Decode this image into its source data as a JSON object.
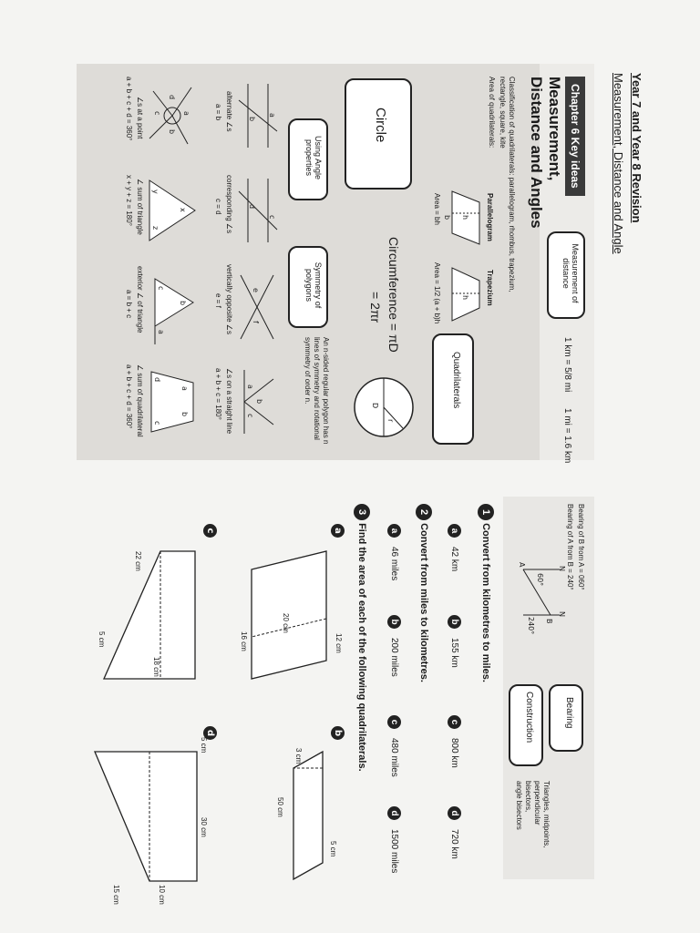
{
  "header": {
    "title": "Year 7 and Year 8 Revision",
    "subtitle": "Measurement, Distance and Angle"
  },
  "left_panel": {
    "chapter_tab": "Chapter 6 Key ideas",
    "heading_line1": "Measurement,",
    "heading_line2": "Distance and Angles",
    "measurement_box": "Measurement of distance",
    "conversion_km_mi": "1 km = 5/8 mi",
    "conversion_mi_km": "1 mi = 1.6 km",
    "classification_line1": "Classification of quadrilaterals: parallelogram, rhombus, trapezium,",
    "classification_line2": "rectangle, square, kite",
    "area_label": "Area of quadrilaterals:",
    "parallelogram_name": "Parallelogram",
    "parallelogram_formula": "Area = bh",
    "trapezium_name": "Trapezium",
    "trapezium_formula": "Area = 1/2 (a + b)h",
    "quadrilaterals_box": "Quadrilaterals",
    "circle_box": "Circle",
    "circumference_line1": "Circumference = πD",
    "circumference_line2": "= 2πr",
    "symmetry_text_line1": "An n-sided regular polygon has n",
    "symmetry_text_line2": "lines of symmetry and rotational",
    "symmetry_text_line3": "symmetry of order n.",
    "using_angle_box": "Using Angle properties",
    "symmetry_box": "Symmetry of polygons",
    "angle_facts": [
      {
        "name": "alternate ∠s",
        "rule": "a = b"
      },
      {
        "name": "corresponding ∠s",
        "rule": "c = d"
      },
      {
        "name": "vertically opposite ∠s",
        "rule": "e = f"
      },
      {
        "name": "∠s on a straight line",
        "rule": "a + b + c = 180°"
      },
      {
        "name": "∠s at a point",
        "rule": "a + b + c + d = 360°"
      },
      {
        "name": "∠ sum of triangle",
        "rule": "x + y + z = 180°"
      },
      {
        "name": "exterior ∠ of triangle",
        "rule": "a = b + c"
      },
      {
        "name": "∠ sum of quadrilateral",
        "rule": "a + b + c + d = 360°"
      }
    ]
  },
  "right_panel": {
    "bearing_line1": "Bearing of B from A = 060°",
    "bearing_line2": "Bearing of A from B = 240°",
    "bearing_box": "Bearing",
    "construction_box": "Construction",
    "construction_text": [
      "Triangles, midpoints,",
      "perpendicular",
      "bisectors,",
      "angle bisectors"
    ],
    "q1": {
      "num": "1",
      "text": "Convert from kilometres to miles.",
      "parts": [
        {
          "letter": "a",
          "value": "42 km"
        },
        {
          "letter": "b",
          "value": "155 km"
        },
        {
          "letter": "c",
          "value": "800 km"
        },
        {
          "letter": "d",
          "value": "720 km"
        }
      ]
    },
    "q2": {
      "num": "2",
      "text": "Convert from miles to kilometres.",
      "parts": [
        {
          "letter": "a",
          "value": "46 miles"
        },
        {
          "letter": "b",
          "value": "200 miles"
        },
        {
          "letter": "c",
          "value": "480 miles"
        },
        {
          "letter": "d",
          "value": "1500 miles"
        }
      ]
    },
    "q3": {
      "num": "3",
      "text": "Find the area of each of the following quadrilaterals.",
      "figs": [
        {
          "letter": "a",
          "labels": [
            "12 cm",
            "20 cm",
            "16 cm"
          ]
        },
        {
          "letter": "b",
          "labels": [
            "5 cm",
            "3 cm",
            "50 cm"
          ]
        },
        {
          "letter": "c",
          "labels": [
            "22 cm",
            "18 cm",
            "5 cm"
          ]
        },
        {
          "letter": "d",
          "labels": [
            "5 cm",
            "30 cm",
            "10 cm",
            "15 cm"
          ]
        }
      ]
    }
  }
}
